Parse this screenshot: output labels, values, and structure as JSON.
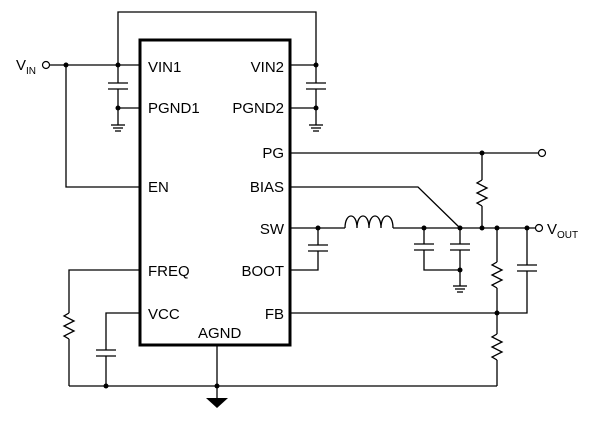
{
  "ic": {
    "left_pins": [
      "VIN1",
      "PGND1",
      "EN",
      "FREQ",
      "VCC"
    ],
    "right_pins": [
      "VIN2",
      "PGND2",
      "PG",
      "BIAS",
      "SW",
      "BOOT",
      "FB"
    ],
    "bottom_pin": "AGND"
  },
  "terminals": {
    "vin": {
      "main": "V",
      "sub": "IN"
    },
    "vout": {
      "main": "V",
      "sub": "OUT"
    }
  }
}
